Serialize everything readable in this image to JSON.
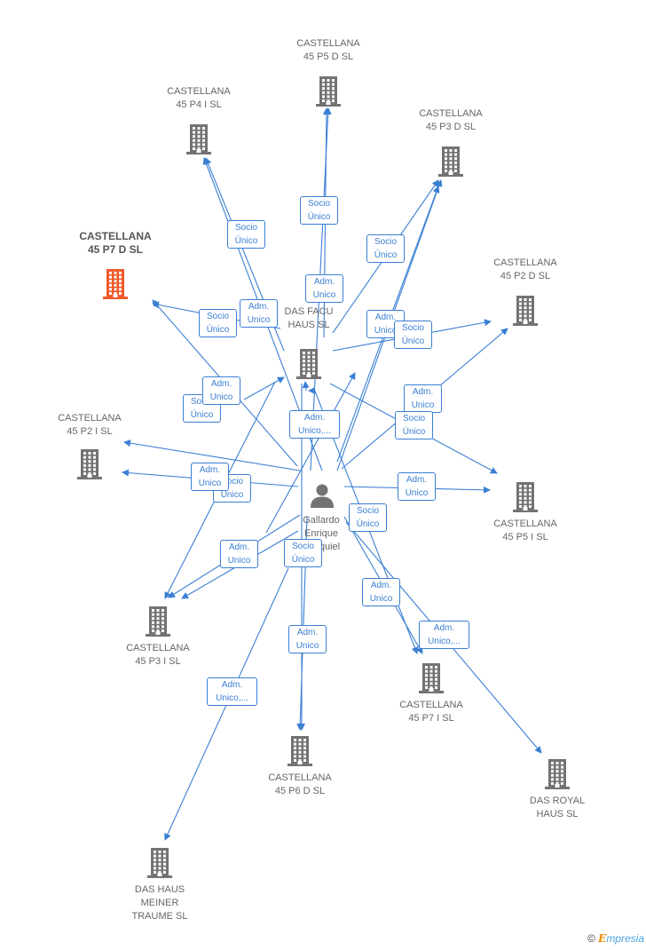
{
  "center": {
    "name_lines": [
      "Gallardo",
      "Enrique",
      "Ezequiel"
    ]
  },
  "companies": [
    {
      "id": "p5d",
      "lines": [
        "CASTELLANA",
        "45 P5 D  SL"
      ],
      "highlight": false
    },
    {
      "id": "p4i",
      "lines": [
        "CASTELLANA",
        "45 P4 I  SL"
      ],
      "highlight": false
    },
    {
      "id": "p3d",
      "lines": [
        "CASTELLANA",
        "45 P3 D  SL"
      ],
      "highlight": false
    },
    {
      "id": "p7d",
      "lines": [
        "CASTELLANA",
        "45 P7 D  SL"
      ],
      "highlight": true
    },
    {
      "id": "p2d",
      "lines": [
        "CASTELLANA",
        "45 P2 D  SL"
      ],
      "highlight": false
    },
    {
      "id": "facu",
      "lines": [
        "DAS FACU",
        "HAUS  SL"
      ],
      "highlight": false
    },
    {
      "id": "p2i",
      "lines": [
        "CASTELLANA",
        "45 P2 I  SL"
      ],
      "highlight": false
    },
    {
      "id": "p5i",
      "lines": [
        "CASTELLANA",
        "45 P5 I  SL"
      ],
      "highlight": false
    },
    {
      "id": "p3i",
      "lines": [
        "CASTELLANA",
        "45 P3 I  SL"
      ],
      "highlight": false
    },
    {
      "id": "p7i",
      "lines": [
        "CASTELLANA",
        "45 P7 I  SL"
      ],
      "highlight": false
    },
    {
      "id": "p6d",
      "lines": [
        "CASTELLANA",
        "45 P6 D  SL"
      ],
      "highlight": false
    },
    {
      "id": "royal",
      "lines": [
        "DAS ROYAL",
        "HAUS  SL"
      ],
      "highlight": false
    },
    {
      "id": "traume",
      "lines": [
        "DAS HAUS",
        "MEINER",
        "TRAUME  SL"
      ],
      "highlight": false
    }
  ],
  "edge_labels": [
    {
      "id": "l1",
      "lines": [
        "Socio",
        "Único"
      ]
    },
    {
      "id": "l2",
      "lines": [
        "Socio",
        "Único"
      ]
    },
    {
      "id": "l3",
      "lines": [
        "Socio",
        "Único"
      ]
    },
    {
      "id": "l4",
      "lines": [
        "Adm.",
        "Unico"
      ]
    },
    {
      "id": "l5",
      "lines": [
        "Adm.",
        "Unico"
      ]
    },
    {
      "id": "l6",
      "lines": [
        "Socio",
        "Único"
      ]
    },
    {
      "id": "l7",
      "lines": [
        "Adm.",
        "Unico"
      ]
    },
    {
      "id": "l8",
      "lines": [
        "Socio",
        "Único"
      ]
    },
    {
      "id": "l9",
      "lines": [
        "Socio",
        "Único"
      ]
    },
    {
      "id": "l10",
      "lines": [
        "Adm.",
        "Unico"
      ]
    },
    {
      "id": "l11",
      "lines": [
        "Adm.",
        "Unico"
      ]
    },
    {
      "id": "l12",
      "lines": [
        "Adm.",
        "Unico,..."
      ]
    },
    {
      "id": "l13",
      "lines": [
        "Socio",
        "Único"
      ]
    },
    {
      "id": "l14",
      "lines": [
        "Socio",
        "Único"
      ]
    },
    {
      "id": "l15",
      "lines": [
        "Adm.",
        "Unico"
      ]
    },
    {
      "id": "l16",
      "lines": [
        "Adm.",
        "Unico"
      ]
    },
    {
      "id": "l17",
      "lines": [
        "Adm.",
        "Unico"
      ]
    },
    {
      "id": "l18",
      "lines": [
        "Socio",
        "Único"
      ]
    },
    {
      "id": "l19",
      "lines": [
        "Socio",
        "Único"
      ]
    },
    {
      "id": "l20",
      "lines": [
        "Adm.",
        "Unico"
      ]
    },
    {
      "id": "l21",
      "lines": [
        "Adm.",
        "Unico,..."
      ]
    },
    {
      "id": "l22",
      "lines": [
        "Adm.",
        "Unico"
      ]
    },
    {
      "id": "l23",
      "lines": [
        "Adm.",
        "Unico,..."
      ]
    }
  ],
  "colors": {
    "edge": "#3b7fd4",
    "building": "#737373",
    "highlight": "#f05a2a",
    "person": "#737373"
  },
  "icons": {
    "company": "building-icon",
    "person": "person-icon"
  },
  "brand": {
    "symbol": "©",
    "initial": "E",
    "rest": "mpresia"
  }
}
